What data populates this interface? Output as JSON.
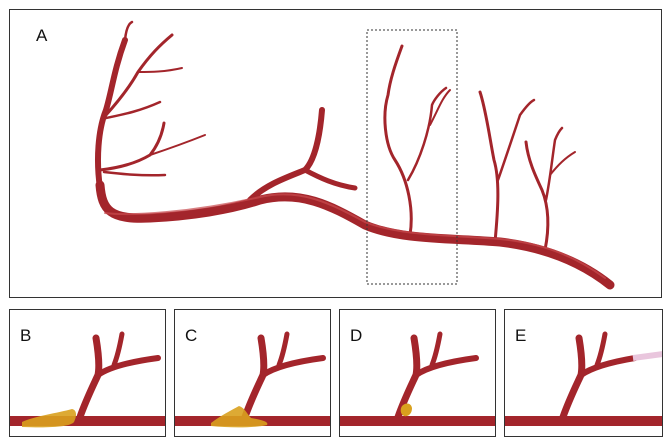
{
  "panels": {
    "a": {
      "label": "A"
    },
    "b": {
      "label": "B"
    },
    "c": {
      "label": "C"
    },
    "d": {
      "label": "D"
    },
    "e": {
      "label": "E"
    }
  },
  "colors": {
    "vessel": "#a3252b",
    "vessel_highlight": "#c84a4f",
    "vessel_dark": "#7d1a1f",
    "plaque": "#d9a11e",
    "stent_tip": "#e9c6dd",
    "border": "#333333"
  }
}
